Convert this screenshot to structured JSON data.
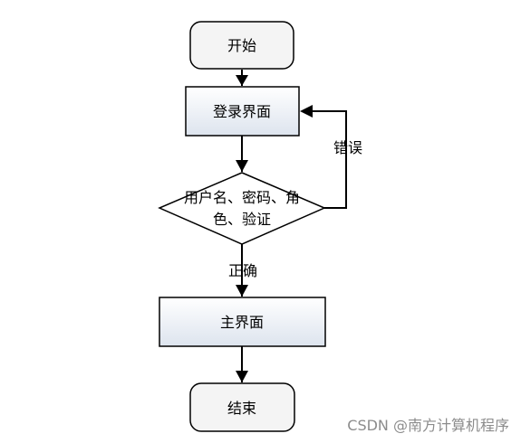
{
  "nodes": {
    "start": {
      "label": "开始"
    },
    "login": {
      "label": "登录界面"
    },
    "verify": {
      "line1": "用户名、密码、角",
      "line2": "色、验证"
    },
    "main": {
      "label": "主界面"
    },
    "end": {
      "label": "结束"
    }
  },
  "edges": {
    "error": {
      "label": "错误"
    },
    "correct": {
      "label": "正确"
    }
  },
  "watermark": "CSDN @南方计算机程序",
  "colors": {
    "stroke": "#000000",
    "process_fill_top": "#ffffff",
    "process_fill_bottom": "#dde4ee",
    "terminal_fill": "#f4f4f4",
    "diamond_fill": "#ffffff",
    "watermark": "#8c8c8c"
  }
}
